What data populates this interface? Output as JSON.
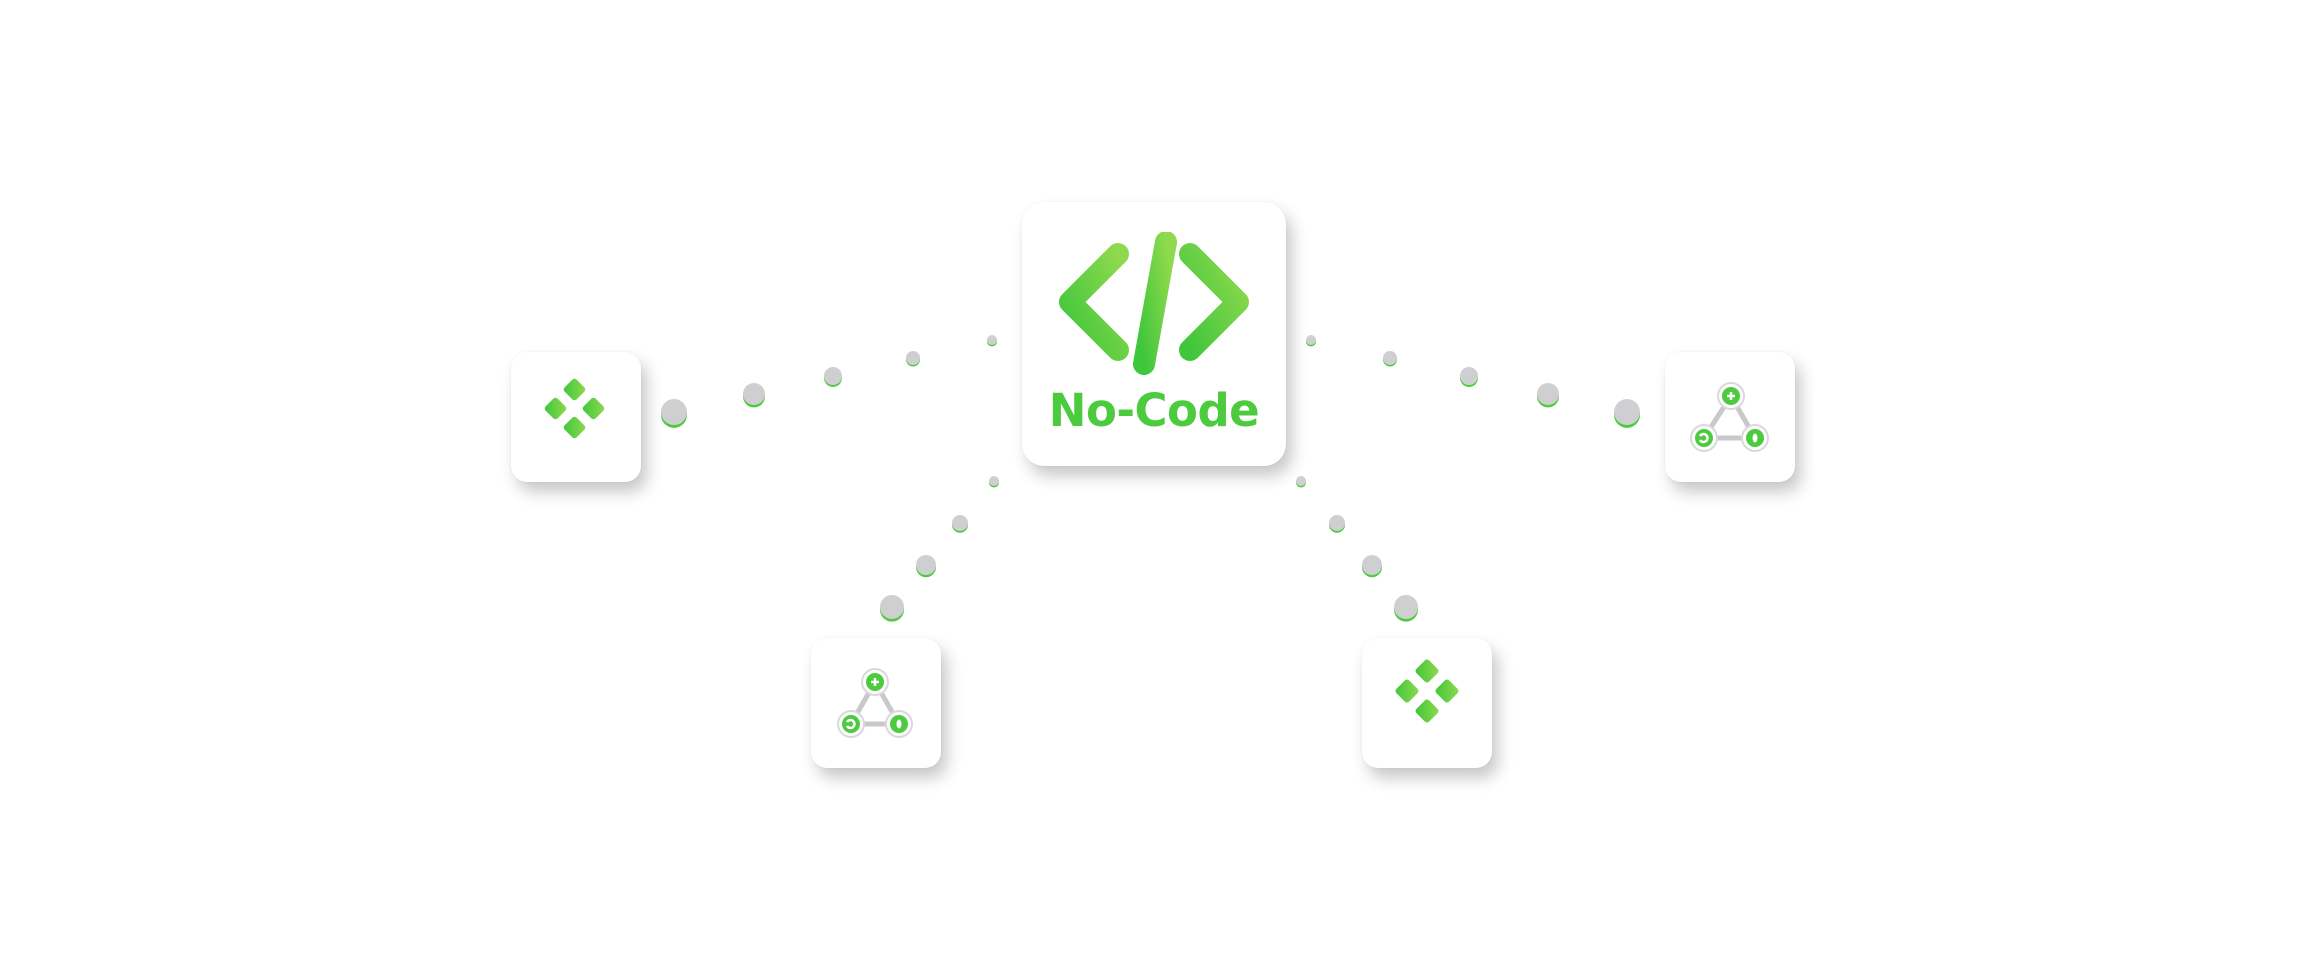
{
  "hub": {
    "label": "No-Code",
    "icon": "code-brackets-icon"
  },
  "nodes": [
    {
      "id": "left",
      "icon": "diamond-grid-icon"
    },
    {
      "id": "right",
      "icon": "triangle-network-icon"
    },
    {
      "id": "bottom-left",
      "icon": "triangle-network-icon"
    },
    {
      "id": "bottom-right",
      "icon": "diamond-grid-icon"
    }
  ],
  "colors": {
    "accent_green": "#4ccb3e",
    "accent_green_light": "#86d94a",
    "connector_gray": "#cfcfd1",
    "card_background": "#ffffff"
  }
}
